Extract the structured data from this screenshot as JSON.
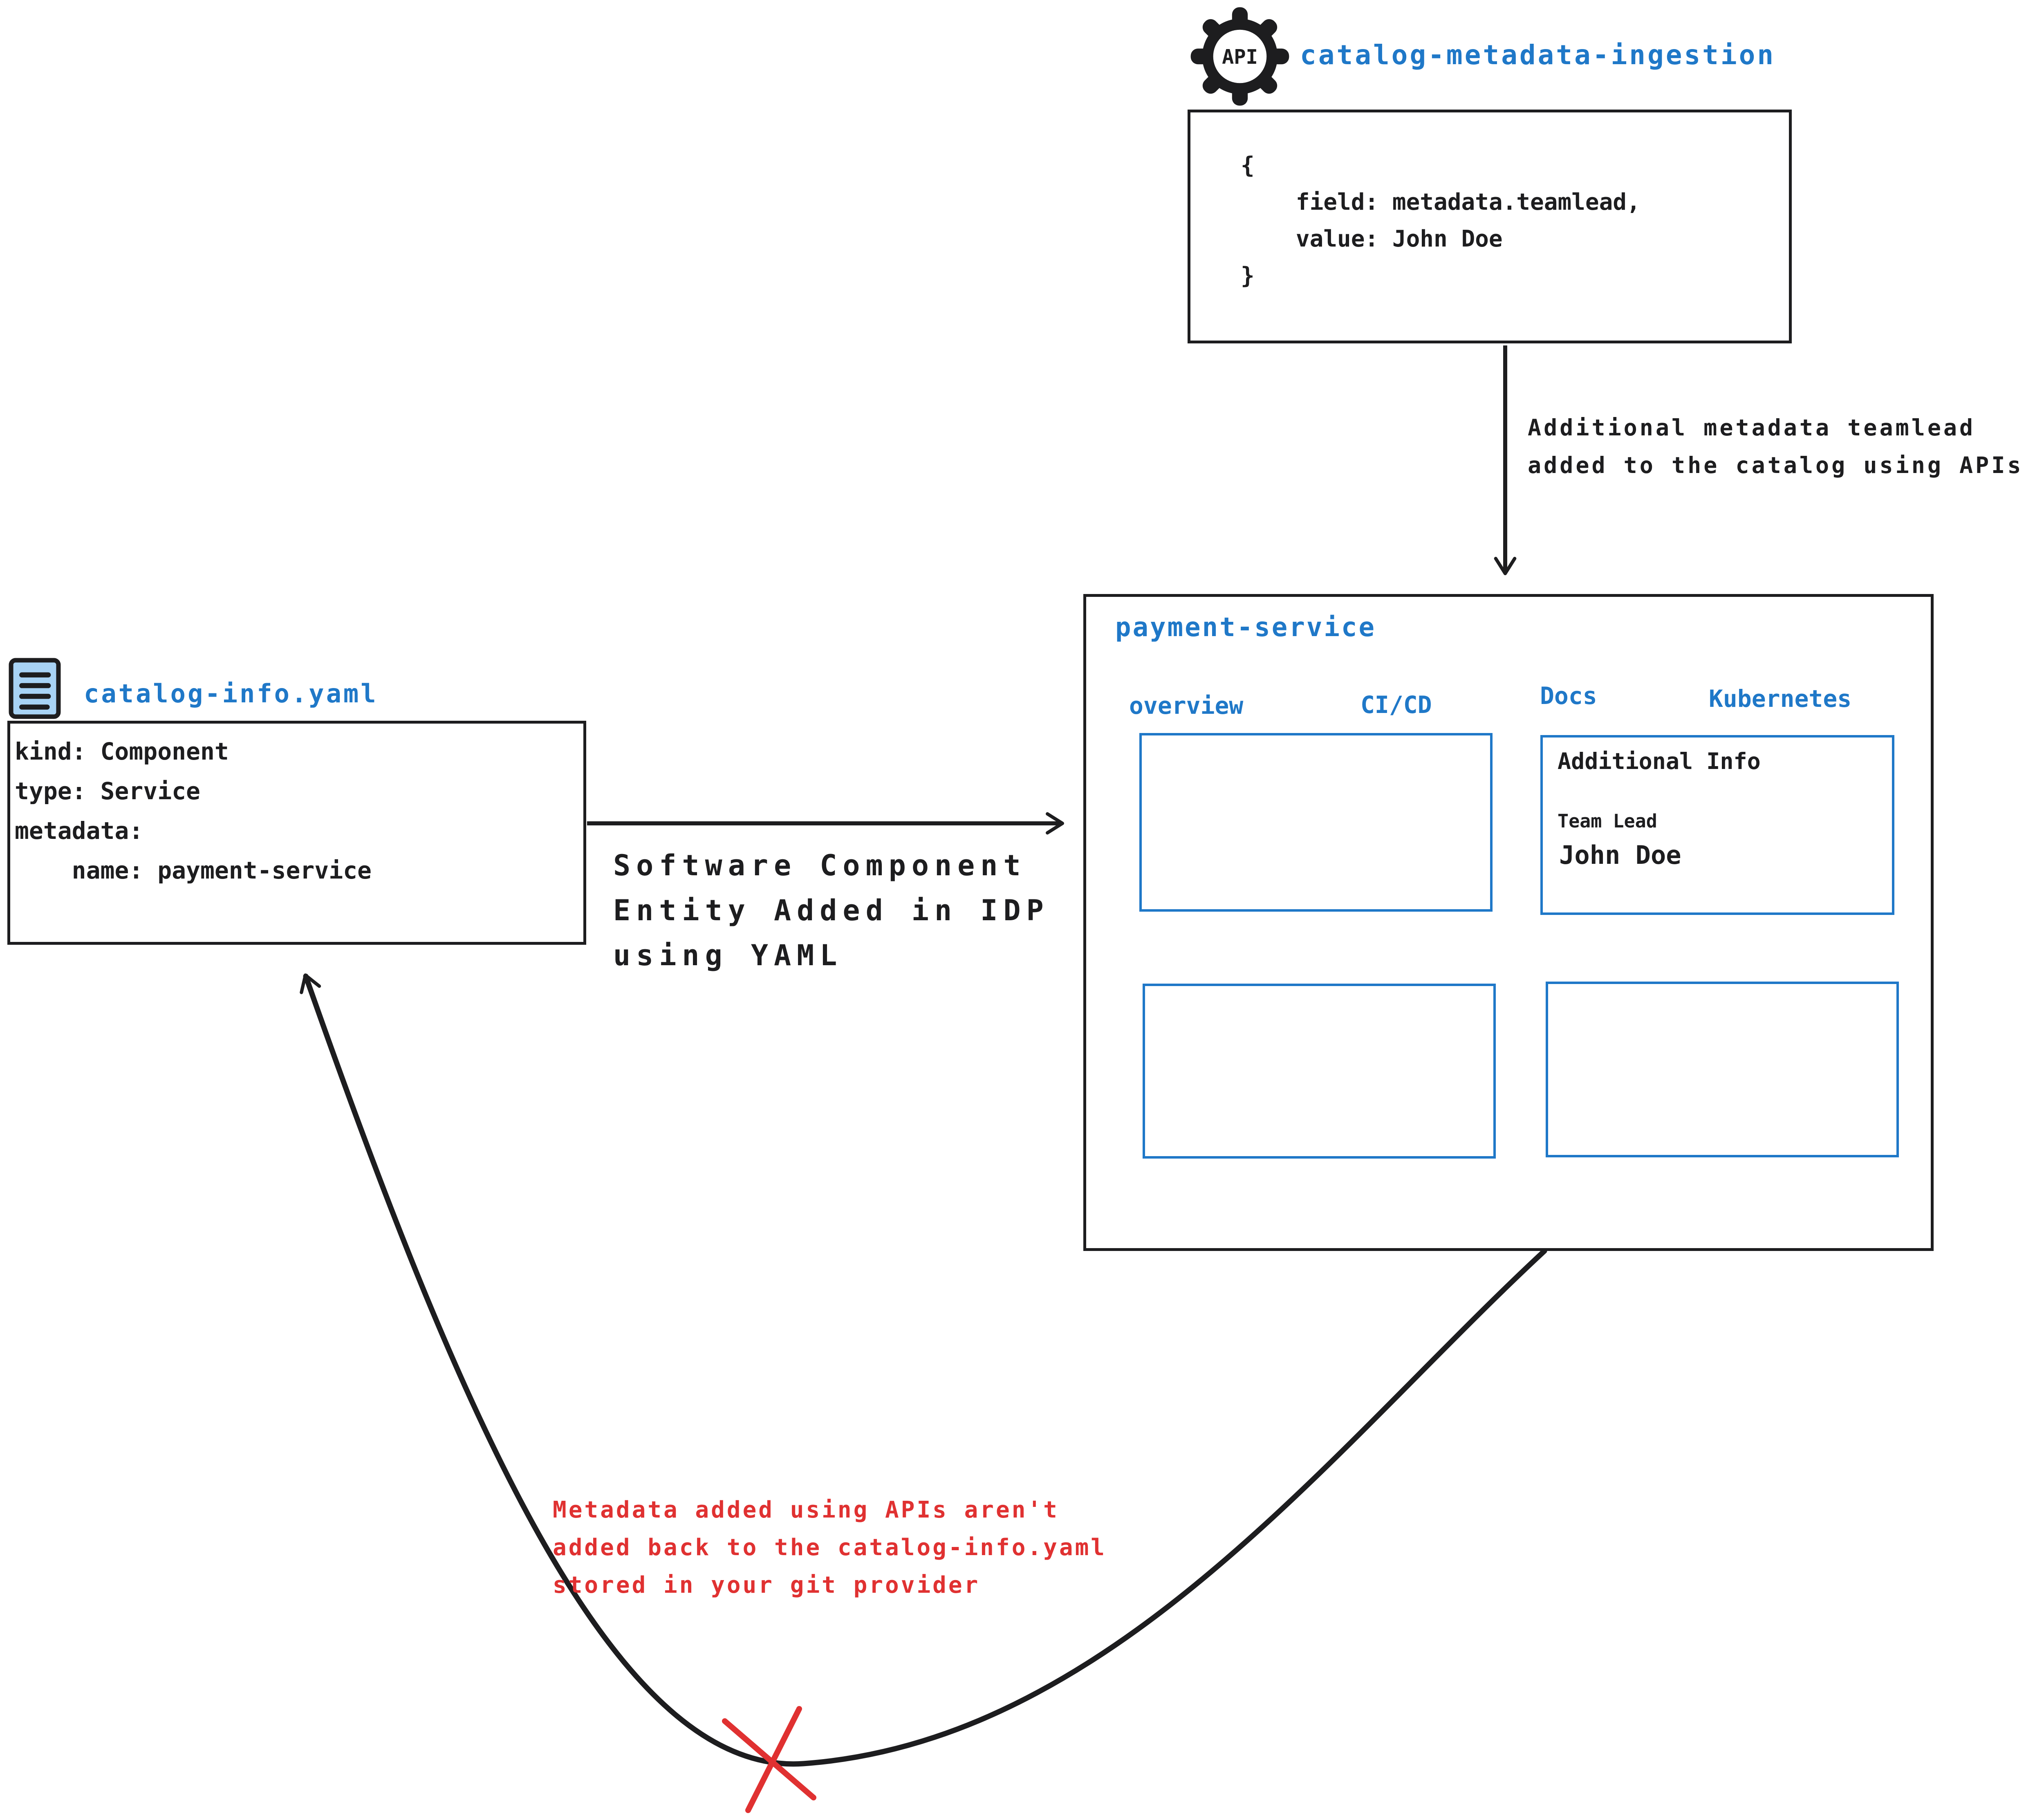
{
  "colors": {
    "accent_blue": "#1f78c8",
    "icon_fill_blue": "#a8d3f5",
    "ink": "#1d1d1f",
    "alert_red": "#e03131",
    "background": "#ffffff"
  },
  "api_ingestion": {
    "icon_label": "API",
    "title": "catalog-metadata-ingestion",
    "code": "{\n    field: metadata.teamlead,\n    value: John Doe\n}"
  },
  "api_arrow_note": {
    "line1": "Additional metadata teamlead",
    "line2": "added to the catalog using APIs"
  },
  "portal": {
    "title": "payment-service",
    "tabs": [
      {
        "label": "overview"
      },
      {
        "label": "CI/CD"
      },
      {
        "label": "Docs"
      },
      {
        "label": "Kubernetes"
      }
    ],
    "additional_info_card": {
      "heading": "Additional Info",
      "field_label": "Team Lead",
      "field_value": "John Doe"
    }
  },
  "yaml_file": {
    "title": "catalog-info.yaml",
    "code": "kind: Component\ntype: Service\nmetadata:\n    name: payment-service"
  },
  "yaml_arrow_note": {
    "line1": "Software Component",
    "line2": "Entity Added in IDP",
    "line3": "using YAML"
  },
  "feedback_note": {
    "line1": "Metadata added using APIs aren't",
    "line2": "added back to the catalog-info.yaml",
    "line3": "stored in your git provider"
  }
}
